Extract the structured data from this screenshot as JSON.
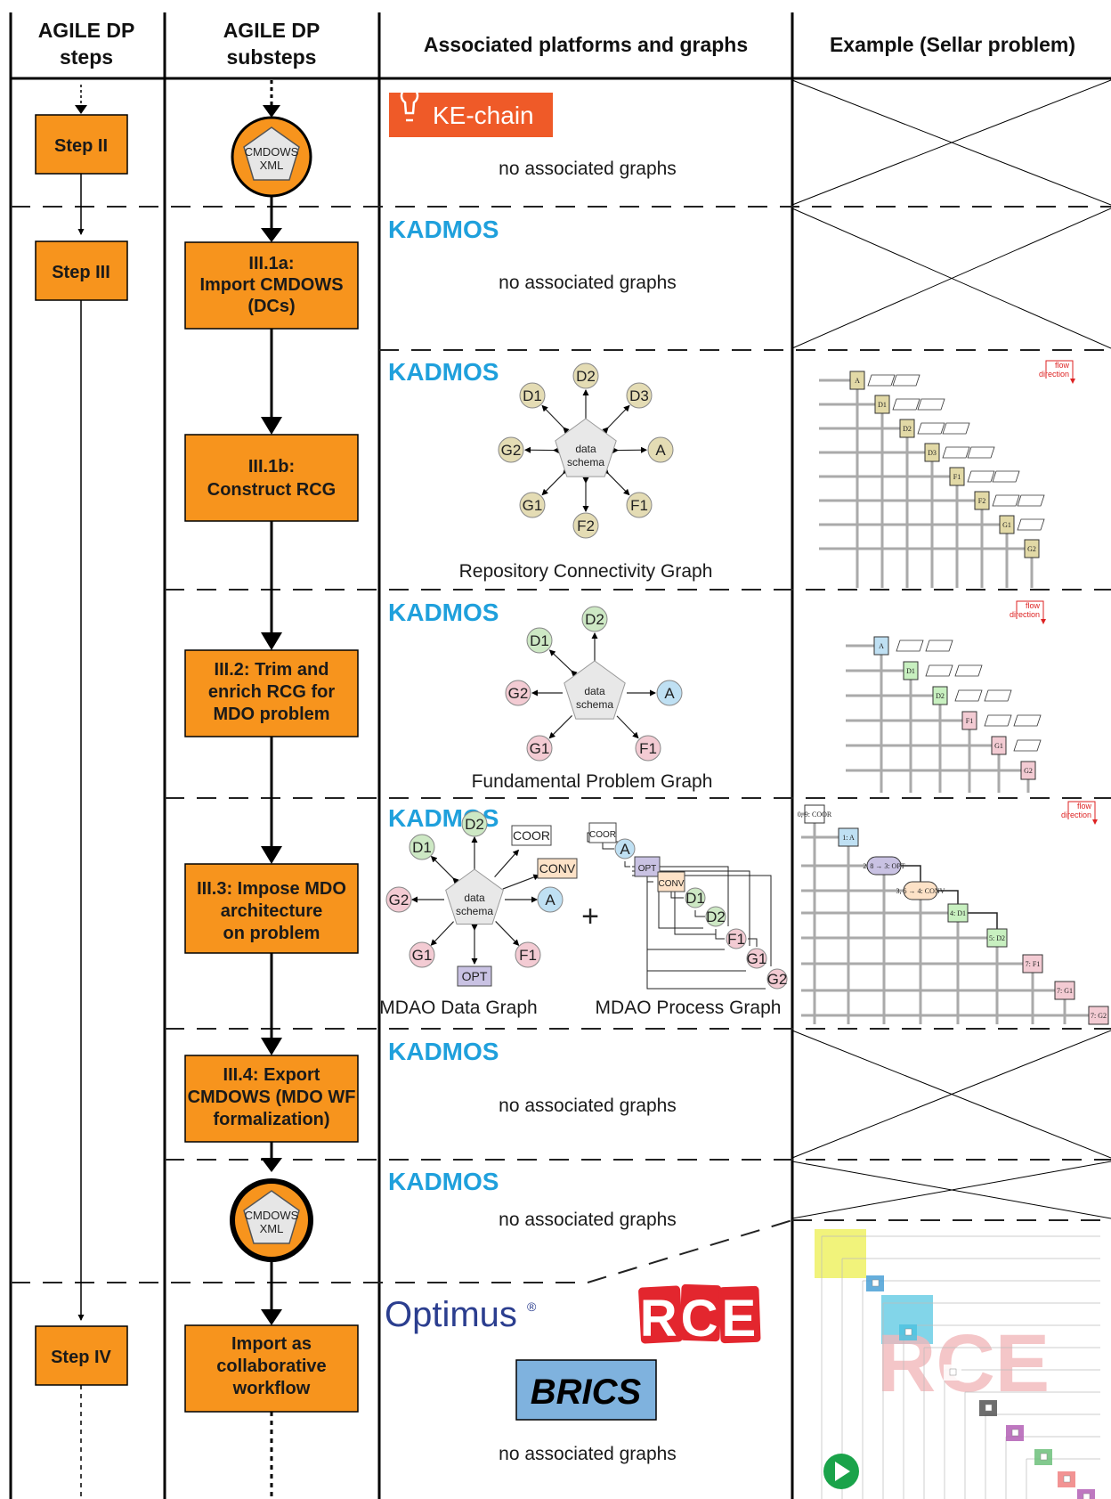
{
  "headers": {
    "col1": [
      "AGILE DP",
      "steps"
    ],
    "col2": [
      "AGILE DP",
      "substeps"
    ],
    "col3": "Associated platforms and graphs",
    "col4": "Example (Sellar problem)"
  },
  "steps": {
    "step2": "Step II",
    "step3": "Step III",
    "step4": "Step IV"
  },
  "substeps": {
    "cmdows1": [
      "CMDOWS",
      "XML"
    ],
    "iii1a": [
      "III.1a:",
      "Import CMDOWS",
      "(DCs)"
    ],
    "iii1b": [
      "III.1b:",
      "Construct RCG"
    ],
    "iii2": [
      "III.2: Trim and",
      "enrich RCG for",
      "MDO problem"
    ],
    "iii3": [
      "III.3: Impose MDO",
      "architecture",
      "on problem"
    ],
    "iii4": [
      "III.4: Export",
      "CMDOWS (MDO WF",
      "formalization)"
    ],
    "cmdows2": [
      "CMDOWS",
      "XML"
    ],
    "import": [
      "Import as",
      "collaborative",
      "workflow"
    ]
  },
  "platforms": {
    "kechain": "KE-chain",
    "kadmos": "KADMOS",
    "optimus": "Optimus",
    "rce": "RCE",
    "brics": "BRICS"
  },
  "captions": {
    "none": "no associated graphs",
    "rcg": "Repository Connectivity Graph",
    "fpg": "Fundamental Problem Graph",
    "mdg": "MDAO Data Graph",
    "mpg": "MDAO Process Graph"
  },
  "graph_nodes": {
    "schema": [
      "data",
      "schema"
    ],
    "rcg": [
      "D1",
      "D2",
      "D3",
      "A",
      "F1",
      "F2",
      "G1",
      "G2"
    ],
    "fpg": [
      "D1",
      "D2",
      "A",
      "F1",
      "G1",
      "G2"
    ],
    "mdg": [
      "D1",
      "D2",
      "COOR",
      "CONV",
      "A",
      "F1",
      "OPT",
      "G1",
      "G2"
    ],
    "mpg": [
      "COOR",
      "A",
      "OPT",
      "CONV",
      "D1",
      "D2",
      "F1",
      "G1",
      "G2"
    ]
  },
  "sellar": {
    "flow_direction": [
      "flow",
      "direction"
    ],
    "rcg_blocks": [
      "A",
      "D1",
      "D2",
      "D3",
      "F1",
      "F2",
      "G1",
      "G2"
    ],
    "fpg_blocks": [
      "A",
      "D1",
      "D2",
      "F1",
      "G1",
      "G2"
    ],
    "xdsm_blocks": [
      "0, 9: COOR",
      "1: A",
      "2, 8 → 3: OPT",
      "3, 6 → 4: CONV",
      "4: D1",
      "5: D2",
      "7: F1",
      "7: G1",
      "7: G2"
    ]
  },
  "colors": {
    "orange": "#f7941d",
    "kadmos_blue": "#1fa0dc",
    "kechain": "#ef5a28",
    "rce": "#e3262e",
    "brics": "#7fb2de",
    "optimus": "#2b3e8f",
    "tan_node": "#e4dcb4",
    "green_node": "#cde8c4",
    "pink_node": "#f3cbd3",
    "blue_node": "#bfe0f3",
    "opt_node": "#c9c2e3",
    "conv_node": "#fde2c7"
  }
}
